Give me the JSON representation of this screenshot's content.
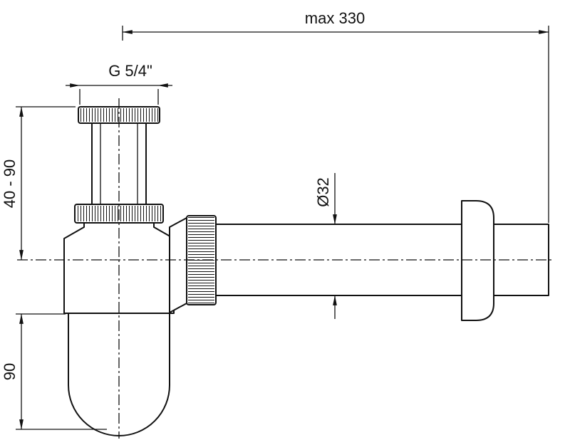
{
  "diagram": {
    "type": "technical-drawing",
    "labels": {
      "max_width": "max 330",
      "thread": "G 5/4\"",
      "height_range": "40 - 90",
      "cup_depth": "90",
      "pipe_diameter": "Ø32"
    },
    "colors": {
      "line": "#111111",
      "background": "#ffffff"
    }
  }
}
